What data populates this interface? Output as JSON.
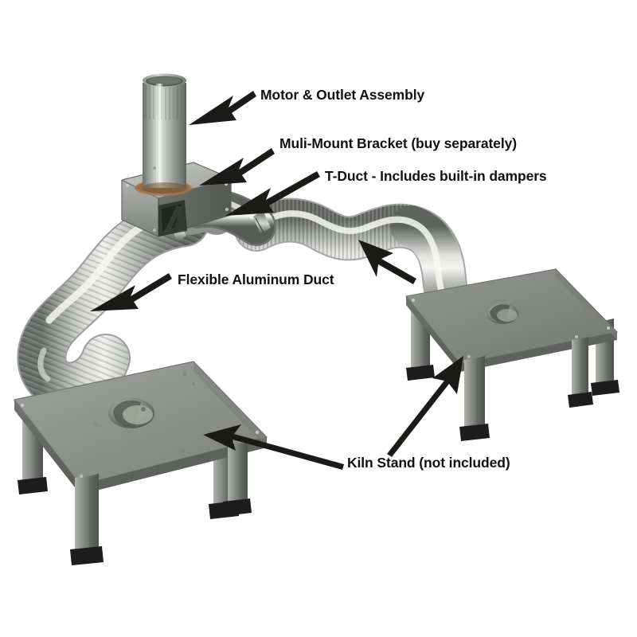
{
  "diagram": {
    "title": "Kiln Vent System Exploded Callout Diagram",
    "background_color": "#ffffff",
    "arrow_color": "#1a1a17",
    "label_color": "#111111",
    "metal_colors": {
      "bright_aluminum": "#e9eaea",
      "mid_aluminum": "#a8aaa6",
      "dark_aluminum": "#6e7370",
      "shadow": "#4a4e4b",
      "galvanized_box": "#9a9d98",
      "rust_ring": "#a8754a",
      "foot_black": "#1d1d1d",
      "stand_top": "#8e918b",
      "stand_top_dark": "#74776f"
    },
    "callouts": [
      {
        "id": "motor",
        "label": "Motor & Outlet Assembly",
        "target": "motor-outlet-assembly"
      },
      {
        "id": "bracket",
        "label": "Muli-Mount Bracket (buy separately)",
        "target": "multi-mount-bracket"
      },
      {
        "id": "tduct",
        "label": "T-Duct - Includes built-in dampers",
        "target": "t-duct"
      },
      {
        "id": "flex",
        "label": "Flexible Aluminum Duct",
        "target": "flexible-aluminum-duct"
      },
      {
        "id": "kiln",
        "label": "Kiln Stand (not included)",
        "target": "kiln-stand"
      }
    ],
    "components": [
      {
        "name": "motor-outlet-assembly",
        "description": "Vertical cylindrical aluminum outlet stack"
      },
      {
        "name": "multi-mount-bracket",
        "description": "Square galvanized sheet metal housing box"
      },
      {
        "name": "t-duct",
        "description": "T-shaped duct junction with built-in dampers and band clamps"
      },
      {
        "name": "flexible-aluminum-duct",
        "description": "Corrugated flexible aluminum ducting, two runs"
      },
      {
        "name": "kiln-stand-left",
        "description": "Square metal kiln stand with center vent hole and four legs"
      },
      {
        "name": "kiln-stand-right",
        "description": "Square metal kiln stand with center vent hole and four legs"
      }
    ]
  }
}
